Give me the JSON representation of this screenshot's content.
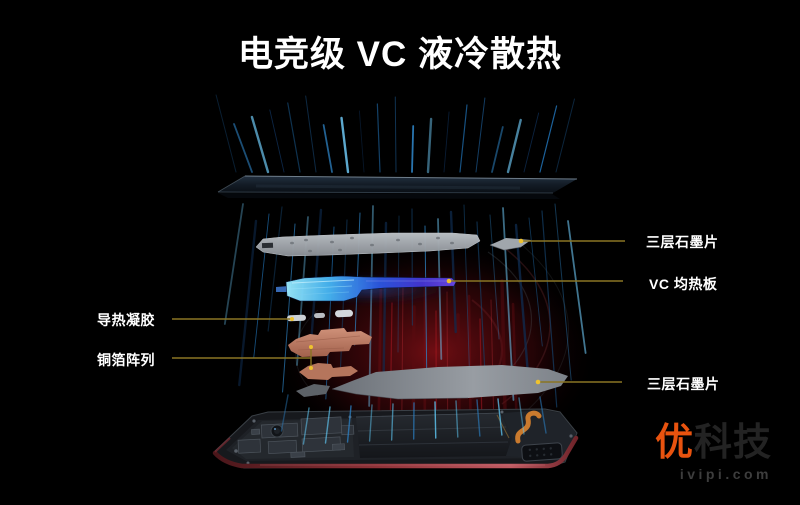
{
  "title": "电竞级 VC 液冷散热",
  "callouts": {
    "graphite_top": "三层石墨片",
    "vc_plate": "VC 均热板",
    "thermal_gel": "导热凝胶",
    "copper_array": "铜箔阵列",
    "graphite_bottom": "三层石墨片"
  },
  "watermark": {
    "brand_accent": "优",
    "brand_rest": "科技",
    "site": "ivipi.com"
  },
  "colors": {
    "background": "#000000",
    "title_text": "#ffffff",
    "label_text": "#ffffff",
    "callout_line": "#8a7524",
    "callout_dot": "#eec22f",
    "vc_plate_blue": "#2b55dd",
    "copper_foil": "#c4876e",
    "graphite_gray": "#a8adb2",
    "phone_rim_red": "#8e3238",
    "watermark_accent": "#e8530f",
    "streak_blue": "#6cc4f0",
    "streak_red": "#b81b26"
  },
  "diagram": {
    "layers": [
      "glass-back-cover",
      "graphite-sheet-top",
      "vc-vapor-chamber",
      "thermal-gel",
      "copper-foil-array",
      "graphite-sheet-bottom",
      "phone-internals"
    ]
  }
}
